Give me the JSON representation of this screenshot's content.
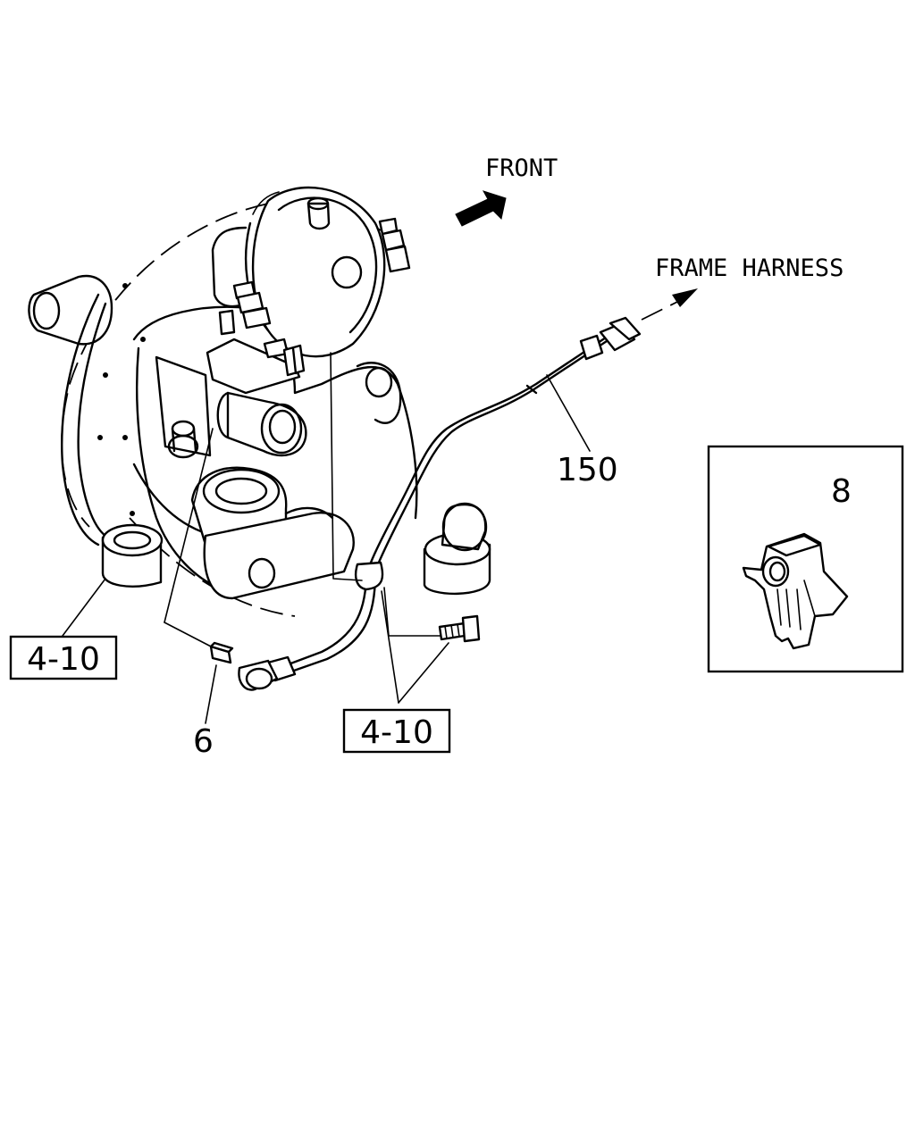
{
  "labels": {
    "front": "FRONT",
    "frame_harness": "FRAME HARNESS",
    "part_150": "150",
    "part_8": "8",
    "part_6": "6",
    "ref_left": "4-10",
    "ref_center": "4-10"
  }
}
